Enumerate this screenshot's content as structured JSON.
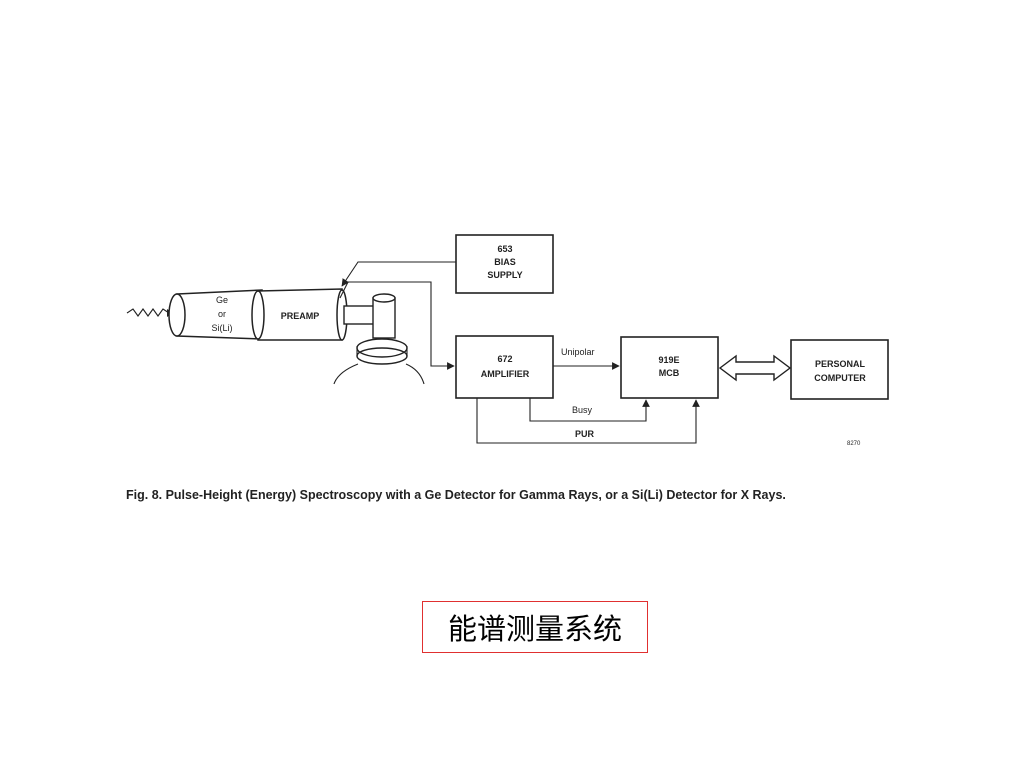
{
  "diagram": {
    "detector": {
      "line1": "Ge",
      "line2": "or",
      "line3": "Si(Li)"
    },
    "preamp": "PREAMP",
    "bias_supply": {
      "line1": "653",
      "line2": "BIAS",
      "line3": "SUPPLY"
    },
    "amplifier": {
      "line1": "672",
      "line2": "AMPLIFIER"
    },
    "mcb": {
      "line1": "919E",
      "line2": "MCB"
    },
    "computer": {
      "line1": "PERSONAL",
      "line2": "COMPUTER"
    },
    "signals": {
      "unipolar": "Unipolar",
      "busy": "Busy",
      "pur": "PUR"
    },
    "figure_code": "8270"
  },
  "caption": "Fig. 8.  Pulse-Height (Energy) Spectroscopy with a Ge Detector for Gamma Rays, or a Si(Li) Detector for X Rays.",
  "title": "能谱测量系统"
}
